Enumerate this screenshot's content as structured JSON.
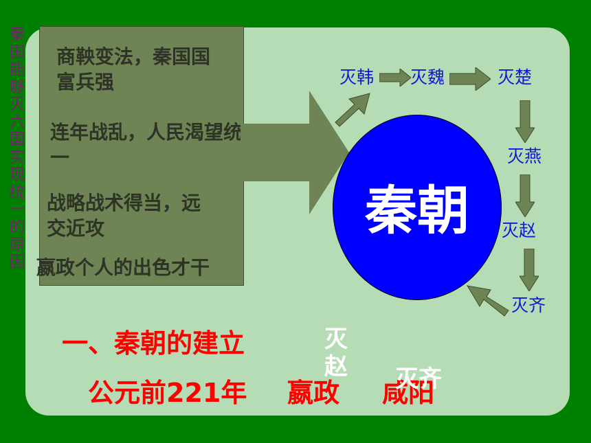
{
  "side_title": "秦国能够灭六国实现统一的原因",
  "reasons": [
    "商鞅变法，秦国国富兵强",
    "连年战乱，人民渴望统一",
    "战略战术得当，远交近攻",
    "嬴政个人的出色才干"
  ],
  "center": "秦朝",
  "steps": [
    "灭韩",
    "灭魏",
    "灭楚",
    "灭燕",
    "灭赵",
    "灭齐"
  ],
  "heading": "一、秦朝的建立",
  "facts": {
    "year": "公元前221年",
    "person": "嬴政",
    "capital": "咸阳"
  },
  "overlay_texts": [
    "灭赵",
    "灭齐"
  ],
  "colors": {
    "background": "#008000",
    "panel": "#b5dcb5",
    "box": "#6e8455",
    "circle": "#0000ff",
    "heading": "#ff0000",
    "step": "#1515d8"
  }
}
